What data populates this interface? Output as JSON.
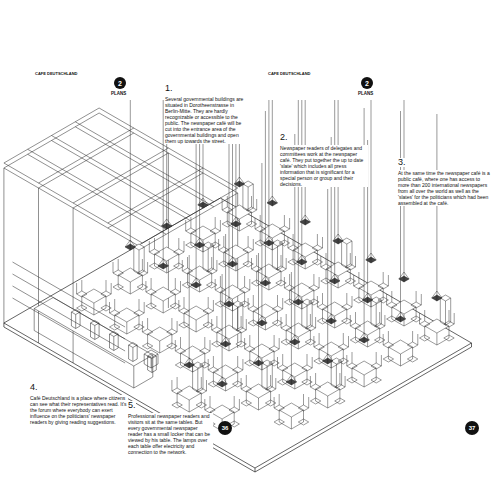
{
  "diagram": {
    "nodes": [
      {
        "text": [
          "2"
        ]
      },
      {
        "text": [
          "2"
        ]
      },
      {
        "text": [
          "36"
        ]
      },
      {
        "text": [
          "37"
        ]
      }
    ],
    "labels": [
      "CAFE DEUTSCHLAND",
      "PLANS",
      "1.",
      "Several governmental buildings are situated in Dorotheenstrasse in Berlin-Mitte. They are hardly recognizable or accessible to the public. The newspaper café will be cut into the entrance area of the governmental buildings and open them up towards the street.",
      "CAFE DEUTSCHLAND",
      "PLANS",
      "2.",
      "Newspaper readers of delegates and committees work at the newspaper café. They put together the up to date 'slate' which includes all press information that is significant for a special person or group and their decisions.",
      "3.",
      "At the same time the newspaper café is a public café, where one has access to more than 200 international newspapers from all over the world as well as the 'slates' for the politicians which had been assembled at the café.",
      "4.",
      "Café Deutschland is a place where citizens can see what their representatives read. It's the forum where everybody can exert influence on the politicians' newspaper readers by giving reading suggestions.",
      "5.",
      "Professional newspaper readers and visitors sit at the same tables. But every governmental newspaper reader has a small locker that can be viewed by his table. The lamps over each table offer electricity and connection to the network."
    ]
  }
}
